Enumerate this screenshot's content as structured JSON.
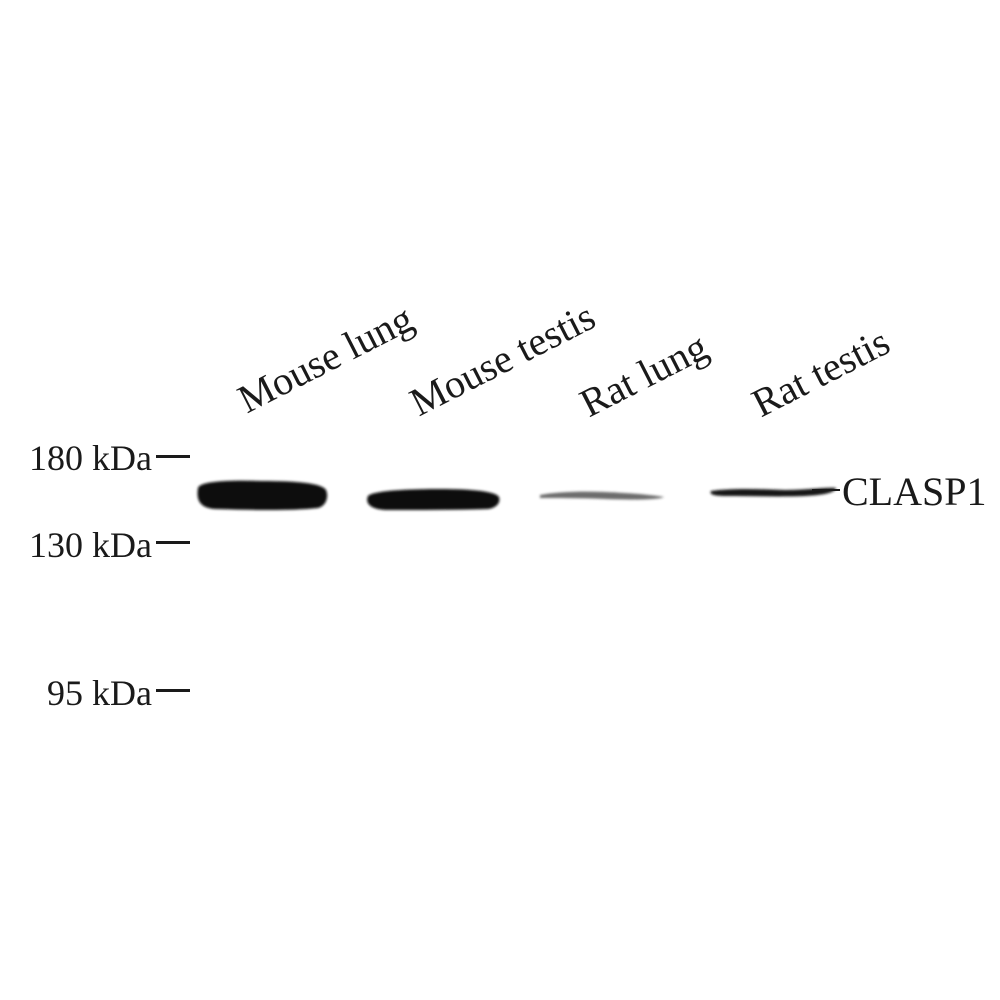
{
  "blot": {
    "lanes": [
      {
        "label": "Mouse lung",
        "intensity": 1.0
      },
      {
        "label": "Mouse testis",
        "intensity": 0.95
      },
      {
        "label": "Rat lung",
        "intensity": 0.3
      },
      {
        "label": "Rat testis",
        "intensity": 0.6
      }
    ],
    "markers": [
      {
        "label": "180 kDa"
      },
      {
        "label": "130 kDa"
      },
      {
        "label": "95 kDa"
      }
    ],
    "target": "CLASP1",
    "band_color": "#0c0c0c"
  }
}
